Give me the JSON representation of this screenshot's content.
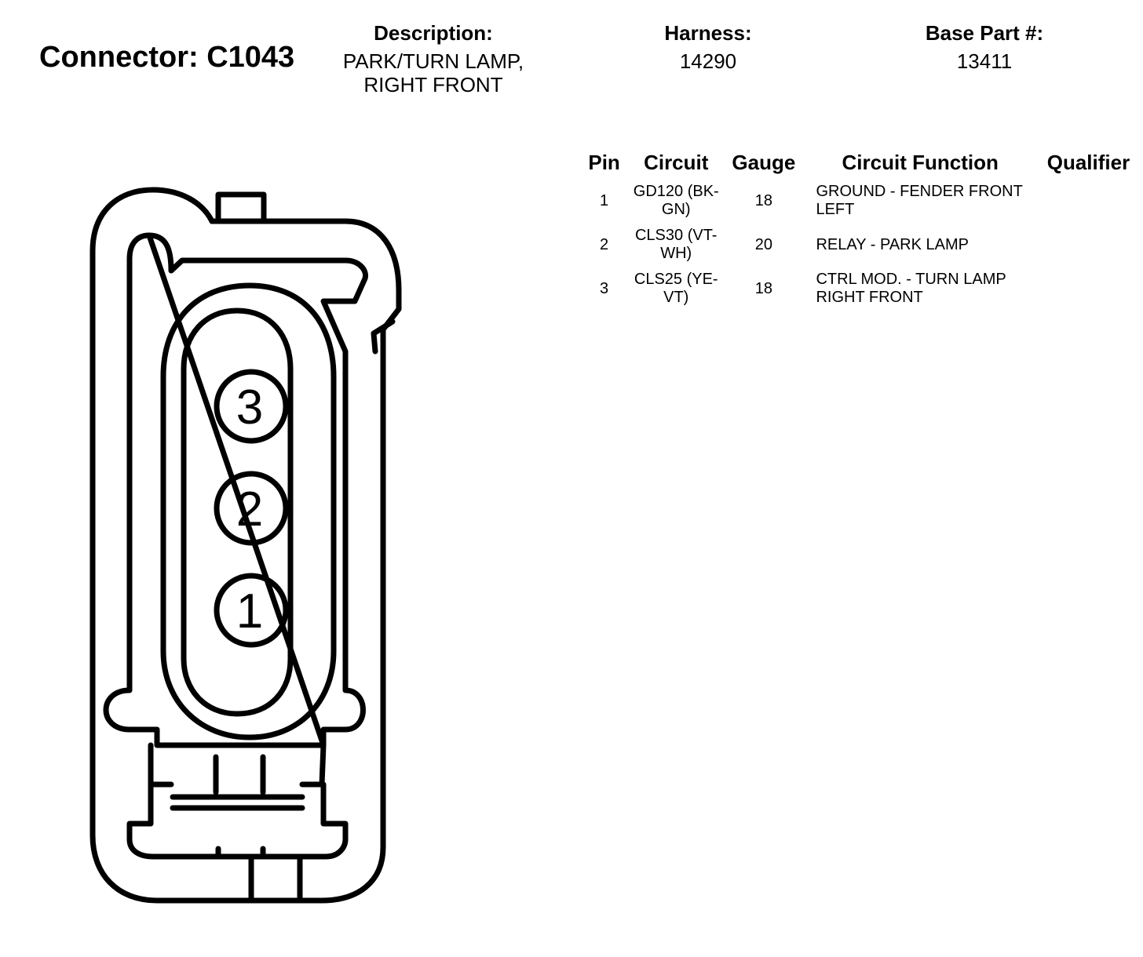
{
  "connector": {
    "label": "Connector: C1043"
  },
  "description": {
    "label": "Description:",
    "line1": "PARK/TURN LAMP,",
    "line2": "RIGHT FRONT"
  },
  "harness": {
    "label": "Harness:",
    "value": "14290"
  },
  "base_part": {
    "label": "Base Part #:",
    "value": "13411"
  },
  "table": {
    "headers": {
      "pin": "Pin",
      "circuit": "Circuit",
      "gauge": "Gauge",
      "function": "Circuit Function",
      "qualifier": "Qualifier"
    },
    "rows": [
      {
        "pin": "1",
        "circuit_line1": "GD120 (BK-",
        "circuit_line2": "GN)",
        "gauge": "18",
        "function_line1": "GROUND - FENDER FRONT",
        "function_line2": "LEFT",
        "qualifier": ""
      },
      {
        "pin": "2",
        "circuit_line1": "CLS30 (VT-",
        "circuit_line2": "WH)",
        "gauge": "20",
        "function_line1": "RELAY - PARK LAMP",
        "function_line2": "",
        "qualifier": ""
      },
      {
        "pin": "3",
        "circuit_line1": "CLS25 (YE-",
        "circuit_line2": "VT)",
        "gauge": "18",
        "function_line1": "CTRL MOD. - TURN LAMP",
        "function_line2": "RIGHT FRONT",
        "qualifier": ""
      }
    ]
  },
  "diagram": {
    "pin_labels": [
      "3",
      "2",
      "1"
    ],
    "stroke_color": "#000000",
    "fill_color": "#ffffff"
  }
}
